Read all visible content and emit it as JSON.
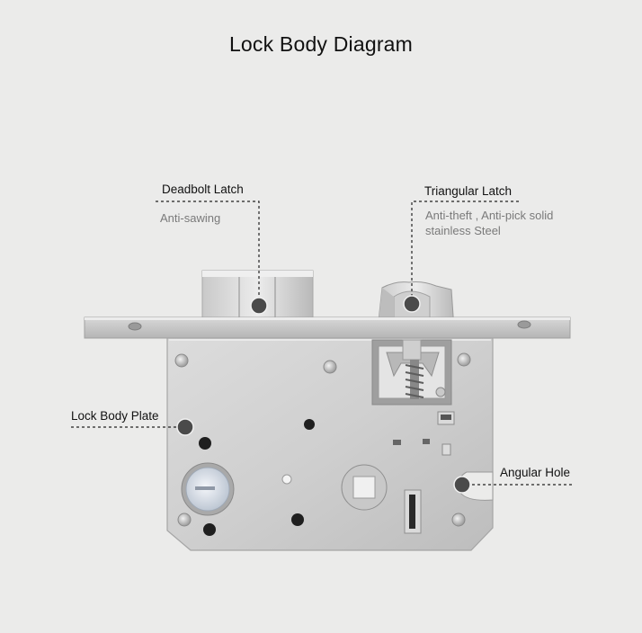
{
  "title": "Lock Body Diagram",
  "callouts": {
    "deadbolt": {
      "label": "Deadbolt Latch",
      "description": "Anti-sawing"
    },
    "triangular": {
      "label": "Triangular Latch",
      "description_line1": "Anti-theft , Anti-pick solid",
      "description_line2": "stainless Steel"
    },
    "plate": {
      "label": "Lock Body Plate"
    },
    "angular": {
      "label": "Angular Hole"
    }
  },
  "colors": {
    "background": "#ebebea",
    "steel_light": "#d9d9d9",
    "steel_dark": "#9d9d9d",
    "marker": "#4a4a4a"
  }
}
